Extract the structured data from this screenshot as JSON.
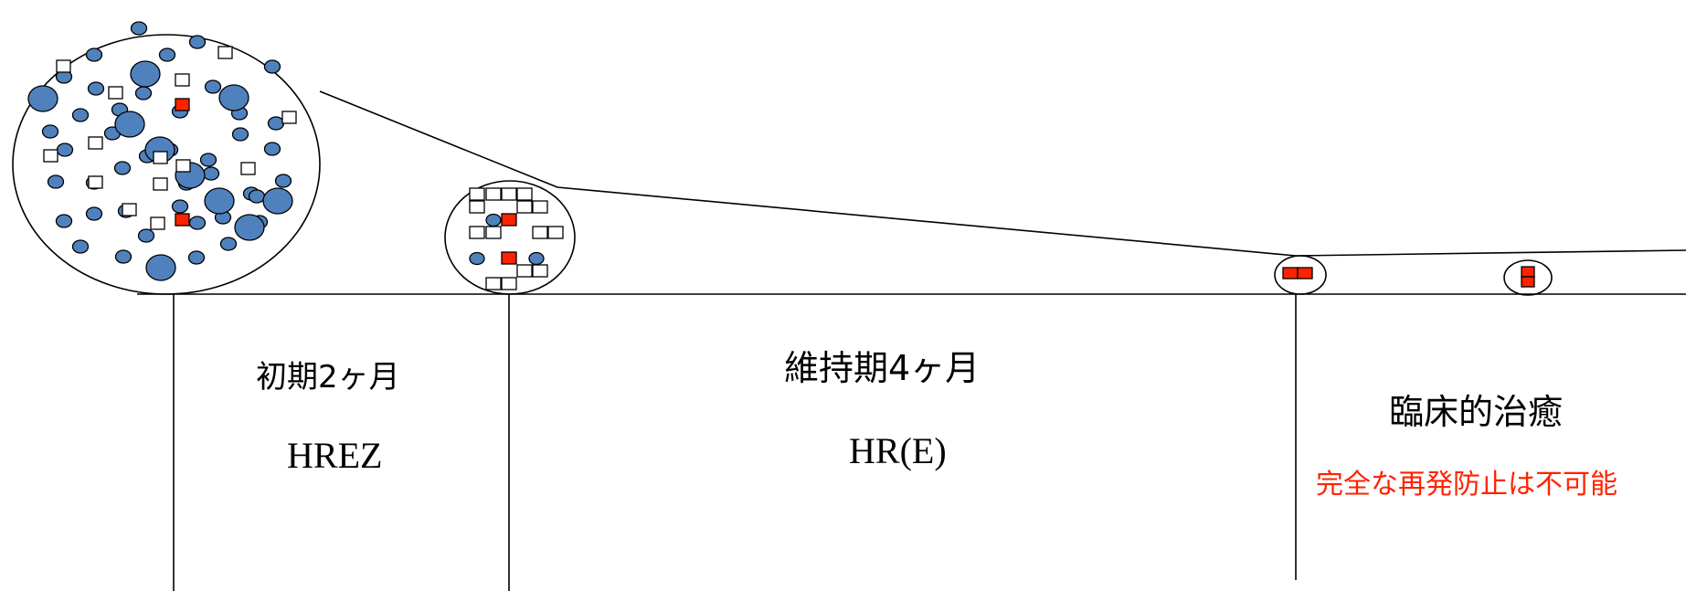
{
  "phases": [
    {
      "period": "初期2ヶ月",
      "regimen": "HREZ"
    },
    {
      "period": "維持期4ヶ月",
      "regimen": "HR(E)"
    }
  ],
  "outcome": {
    "title": "臨床的治癒",
    "note": "完全な再発防止は不可能"
  },
  "colors": {
    "active_bacilli": "#4f81bd",
    "dormant_bacilli": "#ff2200",
    "killed_bacilli": "#ffffff",
    "outline": "#000000",
    "note_text": "#ff2200"
  }
}
